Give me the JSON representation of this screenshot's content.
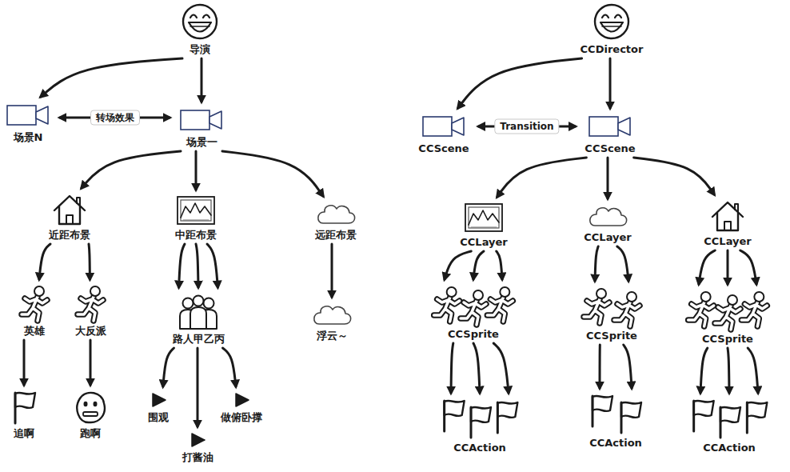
{
  "diagram": {
    "nodes": [
      {
        "text": [
          "导演"
        ]
      },
      {
        "text": [
          "场景N"
        ]
      },
      {
        "text": [
          "场景一"
        ]
      },
      {
        "text": [
          "近距布景"
        ]
      },
      {
        "text": [
          "中距布景"
        ]
      },
      {
        "text": [
          "远距布景"
        ]
      },
      {
        "text": [
          "英雄"
        ]
      },
      {
        "text": [
          "大反派"
        ]
      },
      {
        "text": [
          "路人甲乙丙"
        ]
      },
      {
        "text": [
          "浮云～"
        ]
      },
      {
        "text": [
          "追啊"
        ]
      },
      {
        "text": [
          "跑啊"
        ]
      },
      {
        "text": [
          "围观"
        ]
      },
      {
        "text": [
          "打酱油"
        ]
      },
      {
        "text": [
          "做俯卧撑"
        ]
      },
      {
        "text": [
          "CCDirector"
        ]
      },
      {
        "text": [
          "CCScene"
        ]
      },
      {
        "text": [
          "CCScene"
        ]
      },
      {
        "text": [
          "CCLayer"
        ]
      },
      {
        "text": [
          "CCLayer"
        ]
      },
      {
        "text": [
          "CCLayer"
        ]
      },
      {
        "text": [
          "CCSprite"
        ]
      },
      {
        "text": [
          "CCSprite"
        ]
      },
      {
        "text": [
          "CCSprite"
        ]
      },
      {
        "text": [
          "CCAction"
        ]
      },
      {
        "text": [
          "CCAction"
        ]
      },
      {
        "text": [
          "CCAction"
        ]
      }
    ],
    "edges": [
      {
        "from": 0,
        "to": 1,
        "arrow": "to"
      },
      {
        "from": 0,
        "to": 2,
        "arrow": "to"
      },
      {
        "from": 1,
        "to": 2,
        "label": "转场效果",
        "arrow": "both"
      },
      {
        "from": 2,
        "to": 3,
        "arrow": "to"
      },
      {
        "from": 2,
        "to": 4,
        "arrow": "to"
      },
      {
        "from": 2,
        "to": 5,
        "arrow": "to"
      },
      {
        "from": 3,
        "to": 6,
        "arrow": "to"
      },
      {
        "from": 3,
        "to": 7,
        "arrow": "to"
      },
      {
        "from": 4,
        "to": 8,
        "arrow": "to"
      },
      {
        "from": 4,
        "to": 8,
        "arrow": "to"
      },
      {
        "from": 4,
        "to": 8,
        "arrow": "to"
      },
      {
        "from": 5,
        "to": 9,
        "arrow": "to"
      },
      {
        "from": 6,
        "to": 10,
        "arrow": "to"
      },
      {
        "from": 7,
        "to": 11,
        "arrow": "to"
      },
      {
        "from": 8,
        "to": 12,
        "arrow": "to"
      },
      {
        "from": 8,
        "to": 13,
        "arrow": "to"
      },
      {
        "from": 8,
        "to": 14,
        "arrow": "to"
      },
      {
        "from": 15,
        "to": 16,
        "arrow": "to"
      },
      {
        "from": 15,
        "to": 17,
        "arrow": "to"
      },
      {
        "from": 16,
        "to": 17,
        "label": "Transition",
        "arrow": "both"
      },
      {
        "from": 17,
        "to": 18,
        "arrow": "to"
      },
      {
        "from": 17,
        "to": 19,
        "arrow": "to"
      },
      {
        "from": 17,
        "to": 20,
        "arrow": "to"
      },
      {
        "from": 18,
        "to": 21,
        "arrow": "to"
      },
      {
        "from": 18,
        "to": 21,
        "arrow": "to"
      },
      {
        "from": 18,
        "to": 21,
        "arrow": "to"
      },
      {
        "from": 19,
        "to": 22,
        "arrow": "to"
      },
      {
        "from": 19,
        "to": 22,
        "arrow": "to"
      },
      {
        "from": 20,
        "to": 23,
        "arrow": "to"
      },
      {
        "from": 20,
        "to": 23,
        "arrow": "to"
      },
      {
        "from": 20,
        "to": 23,
        "arrow": "to"
      },
      {
        "from": 21,
        "to": 24,
        "arrow": "to"
      },
      {
        "from": 21,
        "to": 24,
        "arrow": "to"
      },
      {
        "from": 21,
        "to": 24,
        "arrow": "to"
      },
      {
        "from": 22,
        "to": 25,
        "arrow": "to"
      },
      {
        "from": 22,
        "to": 25,
        "arrow": "to"
      },
      {
        "from": 23,
        "to": 26,
        "arrow": "to"
      },
      {
        "from": 23,
        "to": 26,
        "arrow": "to"
      },
      {
        "from": 23,
        "to": 26,
        "arrow": "to"
      }
    ]
  }
}
